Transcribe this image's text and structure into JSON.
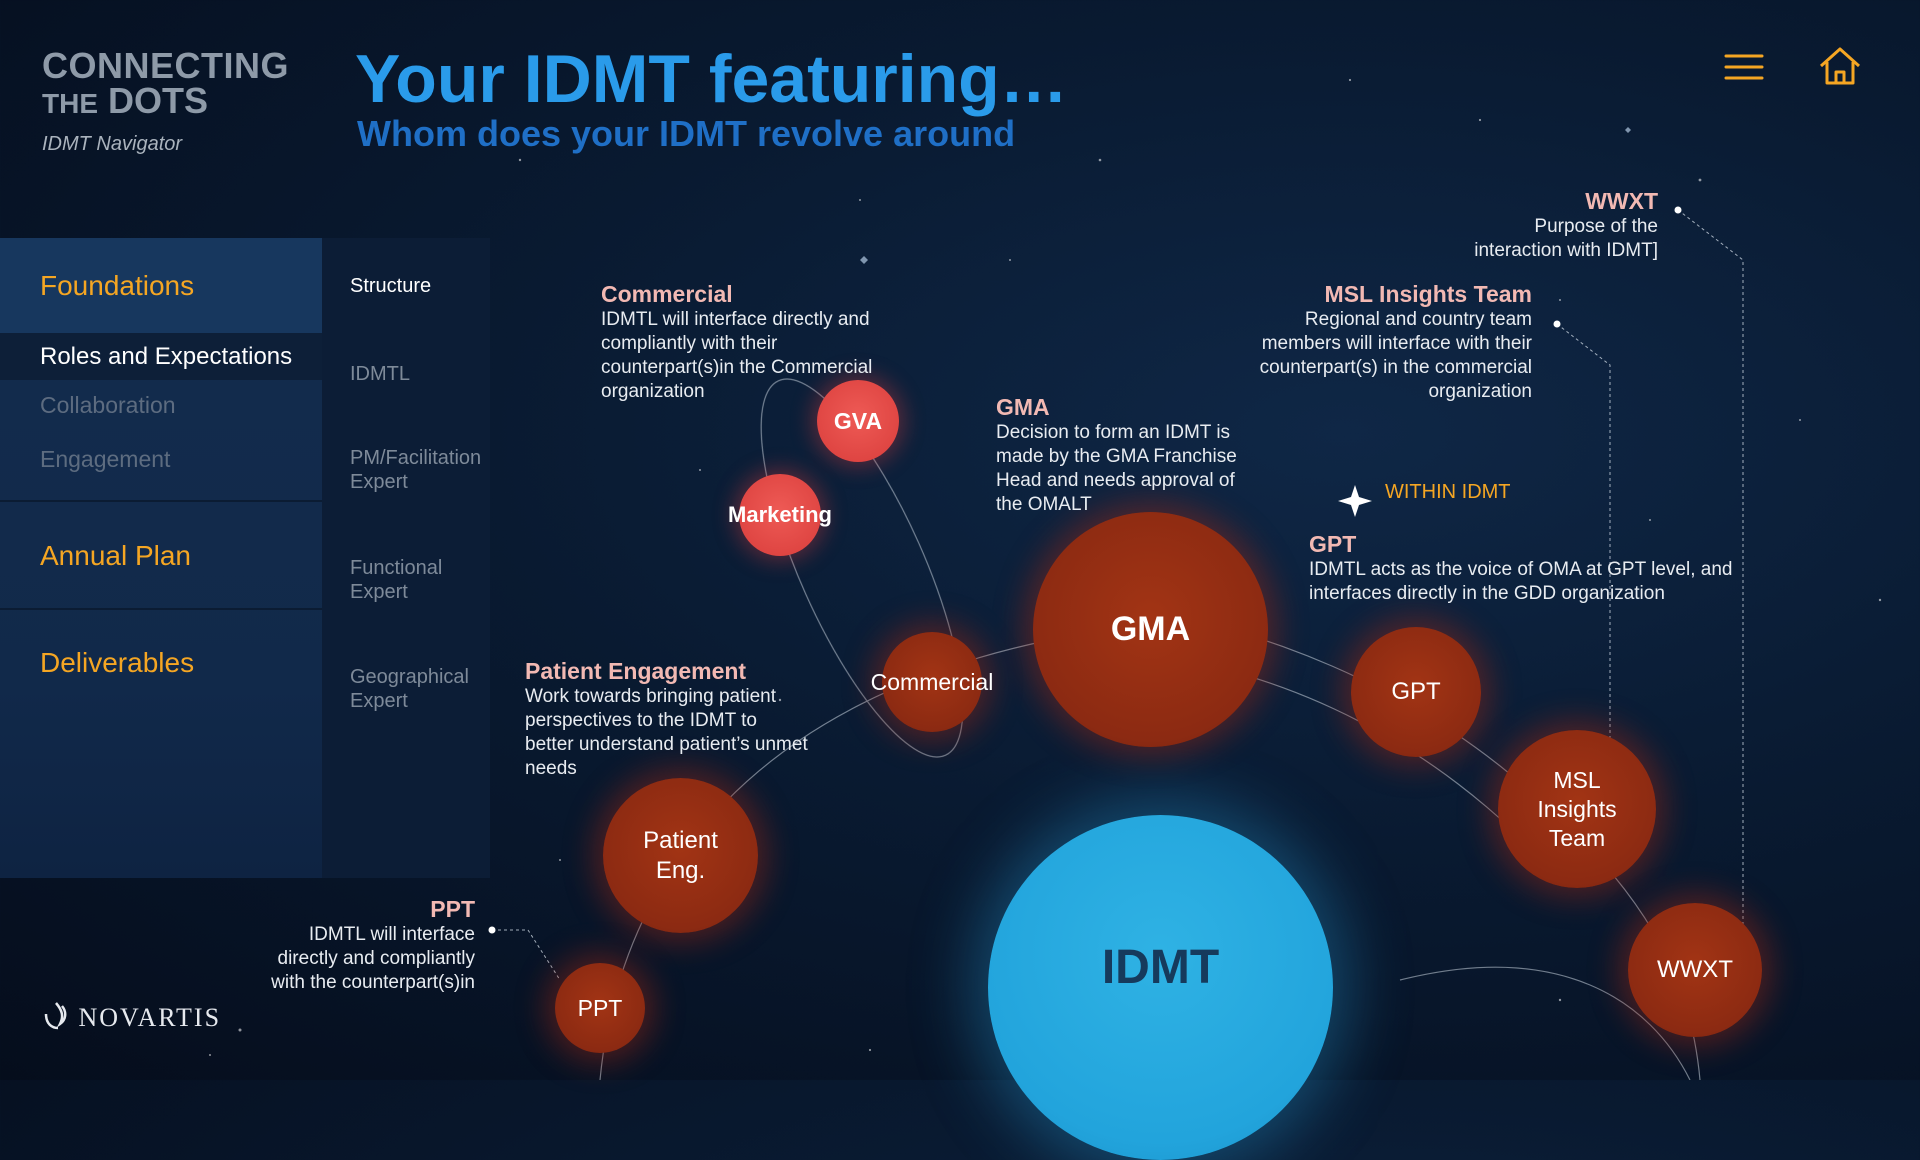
{
  "brand": {
    "line1": "CONNECTING",
    "line2_small": "THE",
    "line2": "DOTS",
    "app": "IDMT Navigator"
  },
  "header": {
    "title": "Your IDMT featuring…",
    "subtitle": "Whom does your IDMT revolve around"
  },
  "toolbar": {
    "menu_icon": "hamburger-menu-icon",
    "home_icon": "home-icon"
  },
  "sidebar": {
    "foundations": "Foundations",
    "roles": "Roles and Expectations",
    "collaboration": "Collaboration",
    "engagement": "Engagement",
    "annual_plan": "Annual Plan",
    "deliverables": "Deliverables"
  },
  "subnav": [
    {
      "label": "Structure",
      "active": true
    },
    {
      "label": "IDMTL",
      "active": false
    },
    {
      "label": "PM/Facilitation Expert",
      "active": false
    },
    {
      "label": "Functional Expert",
      "active": false
    },
    {
      "label": "Geographical Expert",
      "active": false
    }
  ],
  "footer": {
    "logo_text": "NOVARTIS"
  },
  "bubbles": {
    "idmt": "IDMT",
    "gma": "GMA",
    "gpt": "GPT",
    "msl": "MSL Insights Team",
    "wwxt": "WWXT",
    "commercial": "Commercial",
    "gva": "GVA",
    "marketing": "Marketing",
    "patient": "Patient Eng.",
    "ppt": "PPT"
  },
  "notes": {
    "commercial": {
      "title": "Commercial",
      "text": "IDMTL will interface directly and compliantly with their counterpart(s)in the Commercial organization"
    },
    "gma": {
      "title": "GMA",
      "text": "Decision to form an IDMT is made by the GMA Franchise Head and needs approval of the OMALT"
    },
    "msl": {
      "title": "MSL Insights Team",
      "text": "Regional and country team members will interface with their counterpart(s) in the commercial organization"
    },
    "wwxt": {
      "title": "WWXT",
      "text": "Purpose of the interaction with IDMT]"
    },
    "gpt": {
      "title": "GPT",
      "text": "IDMTL acts as the voice of OMA at GPT level, and interfaces directly in the GDD organization"
    },
    "patient": {
      "title": "Patient Engagement",
      "text": "Work towards bringing patient perspectives to the IDMT to better understand patient’s unmet needs"
    },
    "ppt": {
      "title": "PPT",
      "text": "IDMTL will interface directly and compliantly with the counterpart(s)in"
    }
  },
  "legend": {
    "within": "WITHIN IDMT",
    "icon": "sparkle-star-icon"
  },
  "colors": {
    "accent": "#f5a623",
    "title": "#2a9bea",
    "bubble_dark": "#8c2a12",
    "bubble_red": "#d93d3b",
    "idmt_blue": "#22a4dc"
  }
}
